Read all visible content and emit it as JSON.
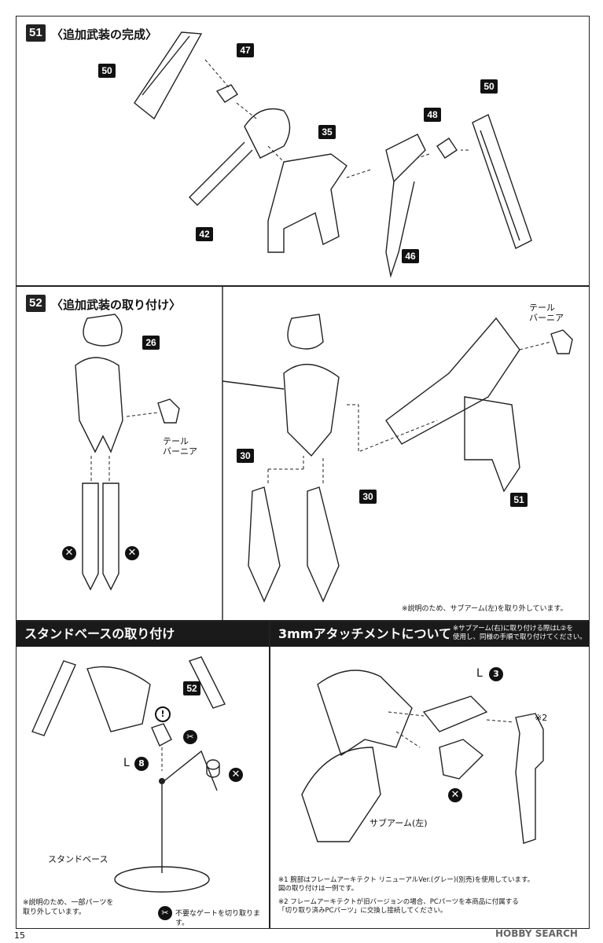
{
  "step51": {
    "num": "51",
    "title": "〈追加武装の完成〉",
    "parts": [
      "50",
      "47",
      "35",
      "48",
      "50",
      "42",
      "46"
    ]
  },
  "step52": {
    "num": "52",
    "title": "〈追加武装の取り付け〉",
    "parts": [
      "26",
      "30",
      "30",
      "51"
    ],
    "tail_booster": "テール\nバーニア",
    "note": "※説明のため、サブアーム(左)を取り外しています。"
  },
  "stand": {
    "title": "スタンドベースの取り付け",
    "part": "52",
    "l_label": "L",
    "l_num": "8",
    "base_label": "スタンドベース",
    "note_left": "※説明のため、一部パーツを\n取り外しています。",
    "note_gate": "不要なゲートを切り取ります。"
  },
  "attach": {
    "title": "3mmアタッチメントについて",
    "header_note": "※サブアーム(右)に取り付ける際はL②を\n使用し、同様の手順で取り付けてください。",
    "l_label": "L",
    "l_num": "3",
    "ref2": "※2",
    "subarm_label": "サブアーム(左)",
    "note1": "※1 腕部はフレームアーキテクト リニューアルVer.(グレー)(別売)を使用しています。\n図の取り付けは一例です。",
    "note2": "※2 フレームアーキテクトが旧バージョンの場合、PCパーツを本商品に付属する\n「切り取り済みPCパーツ」に交換し接続してください。"
  },
  "footer": {
    "page": "15",
    "watermark": "HOBBY SEARCH"
  }
}
